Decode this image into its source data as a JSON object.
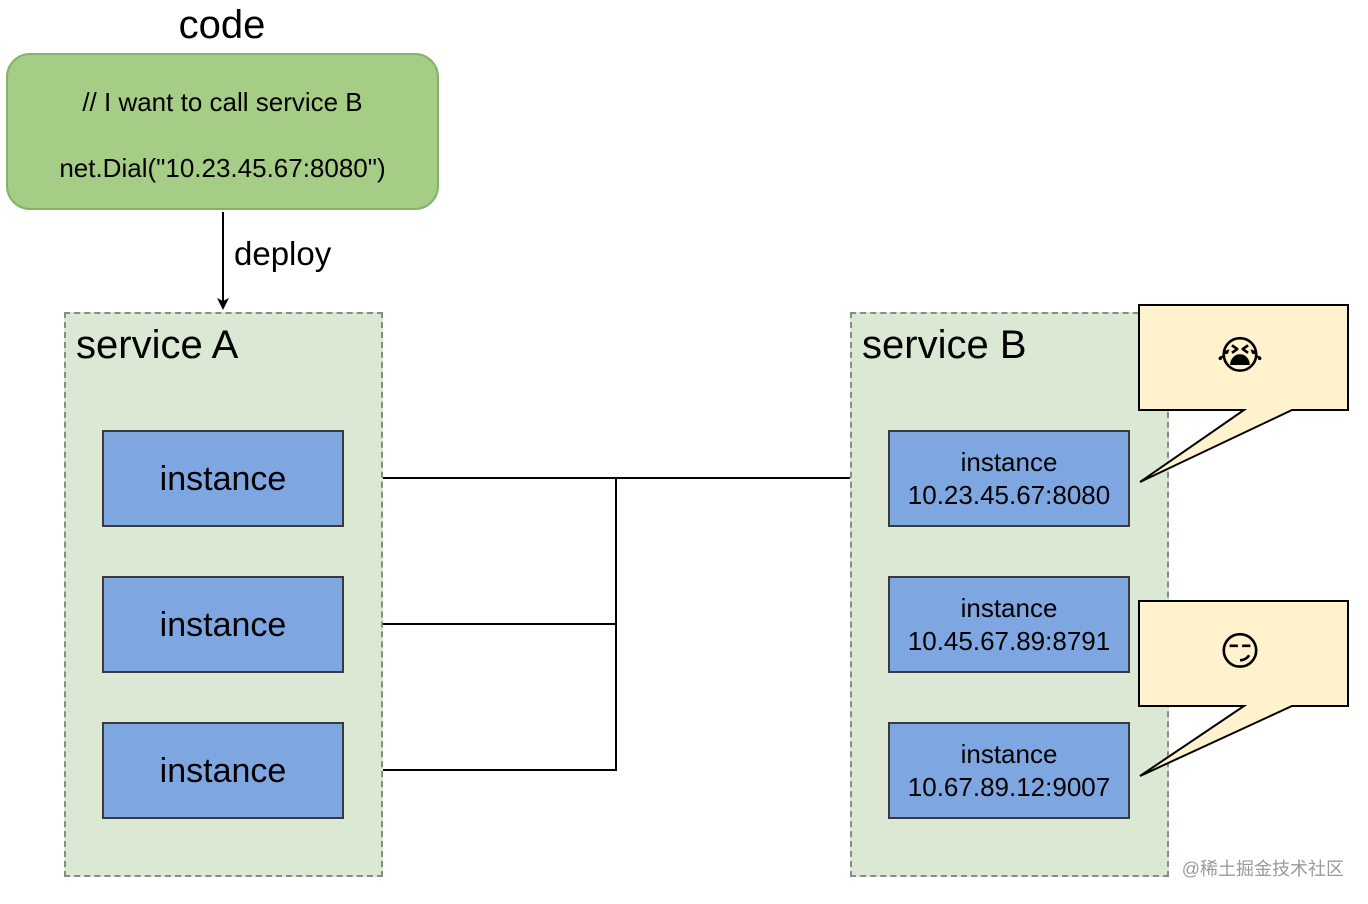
{
  "code": {
    "title": "code",
    "line1": "// I want to call service B",
    "line2": "net.Dial(\"10.23.45.67:8080\")"
  },
  "deploy_label": "deploy",
  "service_a": {
    "title": "service A",
    "instances": [
      {
        "label": "instance"
      },
      {
        "label": "instance"
      },
      {
        "label": "instance"
      }
    ]
  },
  "service_b": {
    "title": "service B",
    "instances": [
      {
        "label": "instance",
        "address": "10.23.45.67:8080"
      },
      {
        "label": "instance",
        "address": "10.45.67.89:8791"
      },
      {
        "label": "instance",
        "address": "10.67.89.12:9007"
      }
    ]
  },
  "callouts": [
    {
      "emoji": "😭",
      "icon": "crying-face-icon"
    },
    {
      "emoji": "😏",
      "icon": "smirking-face-icon"
    }
  ],
  "watermark": "@稀土掘金技术社区",
  "colors": {
    "code_fill": "#a5cd85",
    "code_stroke": "#82b366",
    "service_fill": "#dae8d4",
    "instance_fill": "#7ea6e0",
    "callout_fill": "#fff2cc"
  }
}
